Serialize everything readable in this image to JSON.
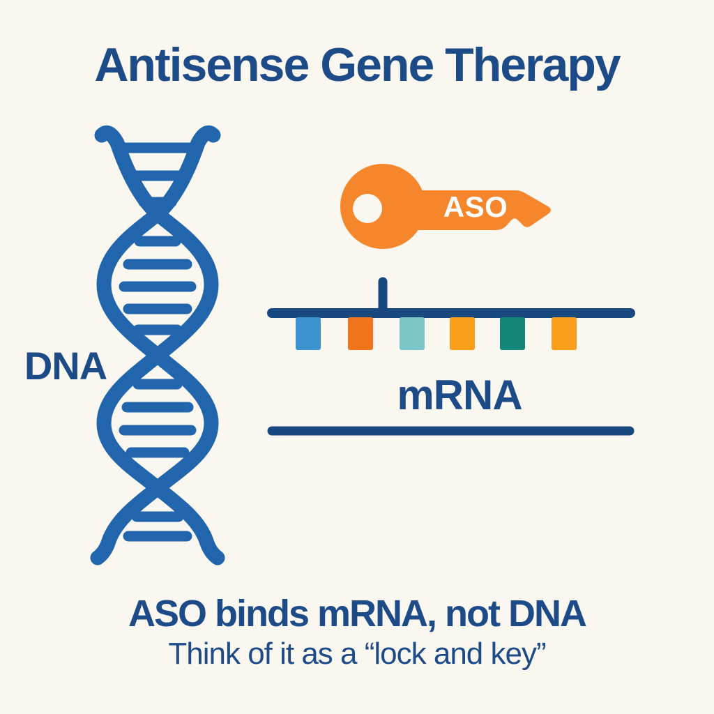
{
  "title": "Antisense Gene Therapy",
  "diagram": {
    "dna": {
      "label": "DNA",
      "icon": "dna-double-helix-icon"
    },
    "aso_key": {
      "label": "ASO",
      "icon": "key-icon"
    },
    "mrna": {
      "label": "mRNA",
      "ticks": [
        {
          "name": "nucleotide-tick-1",
          "color": "#3d93d0"
        },
        {
          "name": "nucleotide-tick-2",
          "color": "#f0741c"
        },
        {
          "name": "nucleotide-tick-3",
          "color": "#79c5c8"
        },
        {
          "name": "nucleotide-tick-4",
          "color": "#f89e1b"
        },
        {
          "name": "nucleotide-tick-5",
          "color": "#12877a"
        },
        {
          "name": "nucleotide-tick-6",
          "color": "#f89e1b"
        }
      ]
    },
    "caption": {
      "main": "ASO binds mRNA, not DNA",
      "sub": "Think of it as a “lock and key”"
    }
  },
  "colors": {
    "background": "#faf7f0",
    "text_navy": "#1d4b87",
    "strand_navy": "#17497f",
    "helix_blue": "#2166ad",
    "key_orange": "#f5862c",
    "key_label_white": "#ffffff"
  }
}
